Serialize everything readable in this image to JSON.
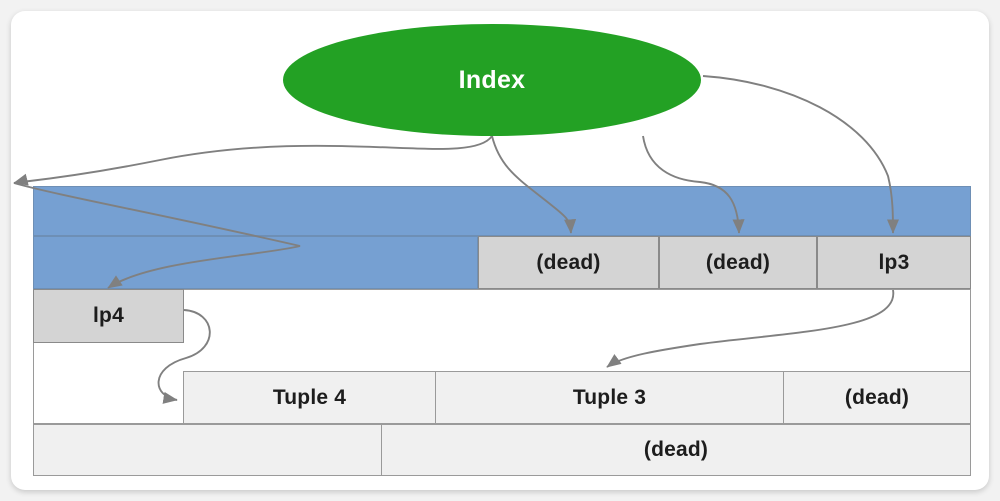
{
  "diagram": {
    "title": "Index pointing to heap page line pointers and tuples",
    "colors": {
      "index_fill": "#23a124",
      "index_text": "#ffffff",
      "blue_fill": "#76a0d2",
      "gray_fill": "#d4d4d4",
      "light_gray_fill": "#f0f0f0",
      "arrow_stroke": "#808080",
      "border": "#808080",
      "canvas": "#ffffff",
      "backdrop": "#f2f2f2"
    },
    "index_node": {
      "label": "Index"
    },
    "line_pointer_row": [
      {
        "label": "",
        "kind": "blue"
      },
      {
        "label": "(dead)",
        "kind": "gray"
      },
      {
        "label": "(dead)",
        "kind": "gray"
      },
      {
        "label": "lp3",
        "kind": "gray"
      }
    ],
    "line_pointer_row2": [
      {
        "label": "lp4",
        "kind": "gray"
      }
    ],
    "tuple_row": [
      {
        "label": "Tuple 4",
        "kind": "light"
      },
      {
        "label": "Tuple 3",
        "kind": "light"
      },
      {
        "label": "(dead)",
        "kind": "light"
      }
    ],
    "bottom_row": [
      {
        "label": "",
        "kind": "light"
      },
      {
        "label": "(dead)",
        "kind": "light"
      }
    ],
    "arrows": [
      {
        "name": "index-to-lp4",
        "from": "Index",
        "to": "lp4"
      },
      {
        "name": "index-to-dead1",
        "from": "Index",
        "to": "(dead)"
      },
      {
        "name": "index-to-dead2",
        "from": "Index",
        "to": "(dead)"
      },
      {
        "name": "index-to-lp3",
        "from": "Index",
        "to": "lp3"
      },
      {
        "name": "lp4-to-tuple4",
        "from": "lp4",
        "to": "Tuple 4"
      },
      {
        "name": "lp3-to-tuple3",
        "from": "lp3",
        "to": "Tuple 3"
      }
    ]
  }
}
